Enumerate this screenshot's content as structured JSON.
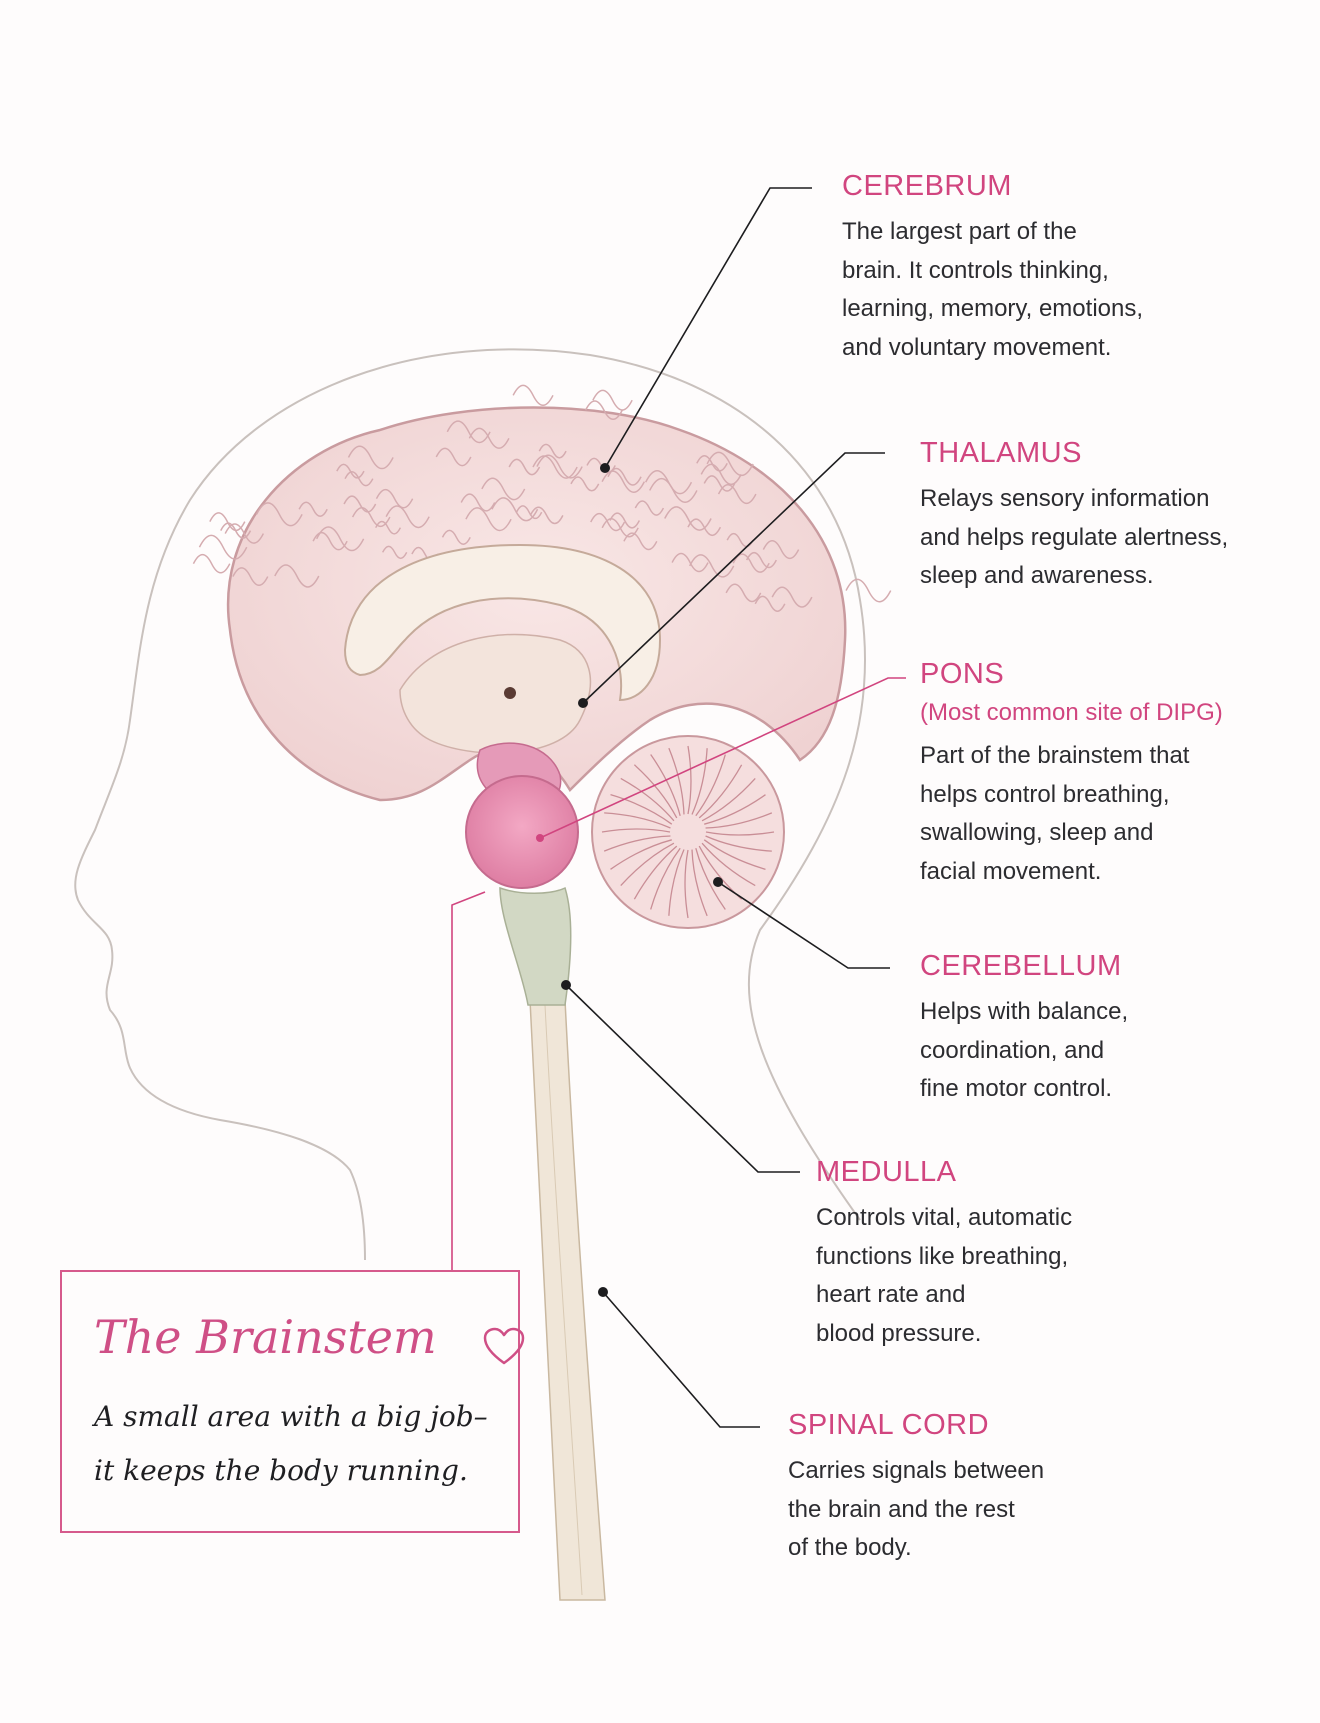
{
  "labels": {
    "cerebrum": {
      "title": "CEREBRUM",
      "desc": "The largest part of the\nbrain. It controls thinking,\nlearning, memory, emotions,\nand voluntary movement."
    },
    "thalamus": {
      "title": "THALAMUS",
      "desc": "Relays sensory information\nand helps regulate alertness,\nsleep and awareness."
    },
    "pons": {
      "title": "PONS",
      "subtitle": "(Most common site of DIPG)",
      "desc": "Part of the brainstem that\nhelps control breathing,\nswallowing, sleep and\nfacial movement."
    },
    "cerebellum": {
      "title": "CEREBELLUM",
      "desc": "Helps with balance,\ncoordination, and\nfine motor control."
    },
    "medulla": {
      "title": "MEDULLA",
      "desc": "Controls vital, automatic\nfunctions like breathing,\nheart rate and\nblood pressure."
    },
    "spinal_cord": {
      "title": "SPINAL CORD",
      "desc": "Carries signals between\nthe brain and the rest\nof the body."
    }
  },
  "callout": {
    "title": "The Brainstem",
    "text": "A small area with a big job–\nit keeps the body running."
  },
  "colors": {
    "accent": "#d1457f",
    "text": "#2c2c30",
    "brain": "#f4dcdc",
    "pons": "#e488ab",
    "medulla": "#d2d8c4",
    "spinal_cord": "#f0e6d8"
  }
}
